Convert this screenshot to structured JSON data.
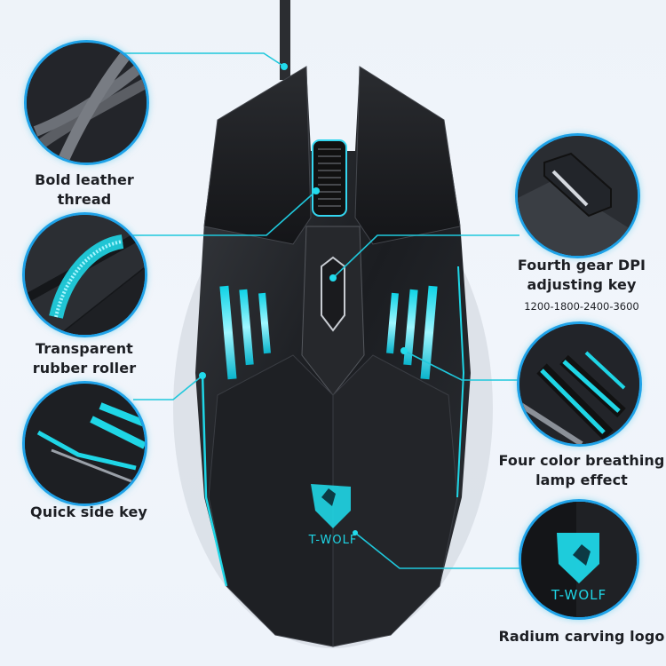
{
  "product": {
    "brand_logo_text": "T-WOLF",
    "accent_color": "#1fd6e6",
    "ring_color": "#1fa2e8"
  },
  "callouts": {
    "left": [
      {
        "id": "cable",
        "label": "Bold leather thread",
        "line1": "Bold leather",
        "line2": "thread"
      },
      {
        "id": "roller",
        "label": "Transparent rubber roller",
        "line1": "Transparent",
        "line2": "rubber roller"
      },
      {
        "id": "side_key",
        "label": "Quick side key",
        "line1": "Quick side key"
      }
    ],
    "right": [
      {
        "id": "dpi",
        "line1": "Fourth gear DPI",
        "line2": "adjusting key",
        "sub": "1200-1800-2400-3600"
      },
      {
        "id": "lamp",
        "line1": "Four color breathing",
        "line2": "lamp effect"
      },
      {
        "id": "logo",
        "line1": "Radium carving logo"
      }
    ]
  }
}
